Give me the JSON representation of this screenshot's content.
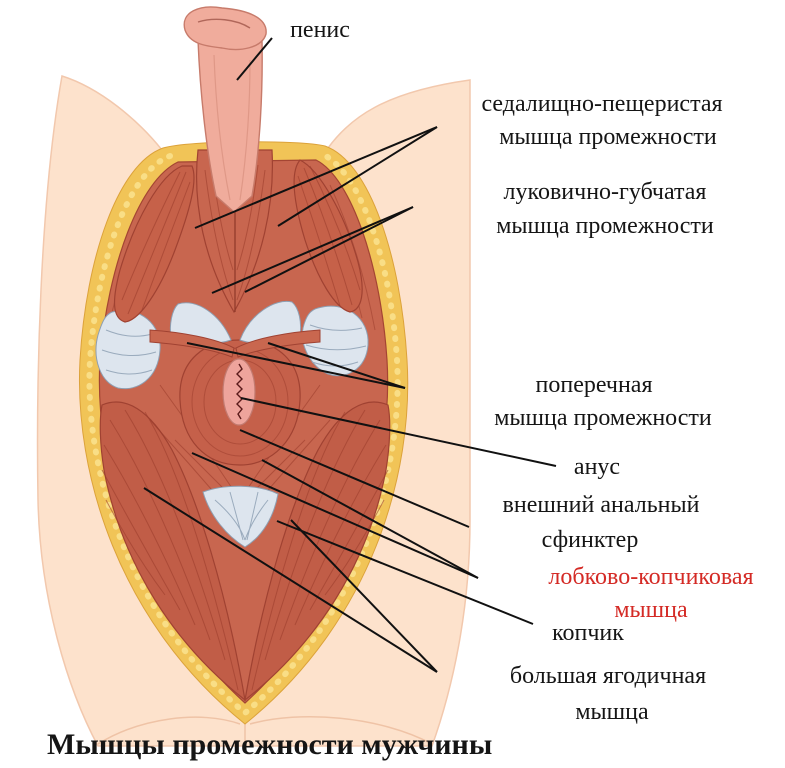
{
  "title": "Мышцы промежности мужчины",
  "colors": {
    "label_text": "#151515",
    "highlight_label": "#d42a25",
    "leader_line": "#111111",
    "skin": "#fde2cc",
    "fat": "#f1c457",
    "muscle": "#c8664f",
    "muscle_dark": "#9c3e2d",
    "ligament": "#dde5ee",
    "penis": "#f0ac9c",
    "anus": "#eea49c"
  },
  "labels": {
    "penis": [
      "пенис"
    ],
    "ischiocavernosus": [
      "седалищно-пещеристая",
      "мышца промежности"
    ],
    "bulbospongiosus": [
      "луковично-губчатая",
      "мышца промежности"
    ],
    "transverse": [
      "поперечная",
      "мышца промежности"
    ],
    "anus": [
      "анус"
    ],
    "external_sphincter": [
      "внешний анальный",
      "сфинктер"
    ],
    "pubococcygeus": [
      "лобково-копчиковая",
      "мышца"
    ],
    "coccyx": [
      "копчик"
    ],
    "gluteus_maximus": [
      "большая ягодичная",
      "мышца"
    ]
  }
}
